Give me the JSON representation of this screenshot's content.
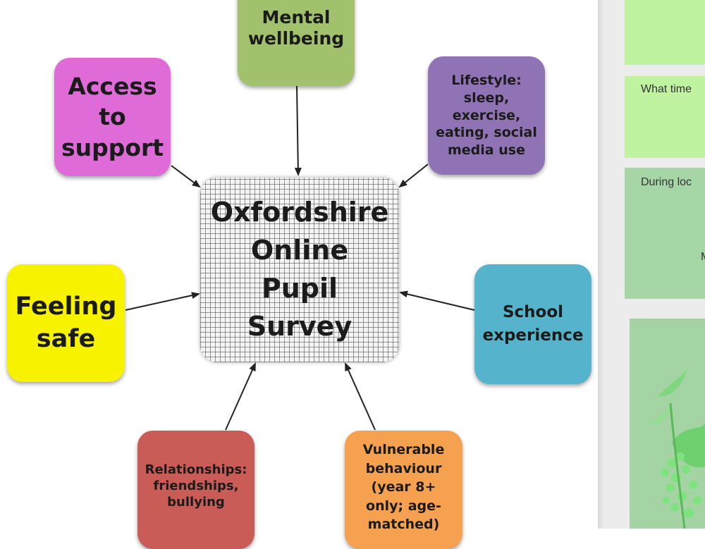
{
  "diagram": {
    "center": "Oxfordshire\nOnline\nPupil\nSurvey",
    "nodes": {
      "mental": "Mental\nwellbeing",
      "access": "Access\nto\nsupport",
      "lifestyle": "Lifestyle:\nsleep,\nexercise,\neating, social\nmedia use",
      "safe": "Feeling\nsafe",
      "school": "School\nexperience",
      "relationships": "Relationships:\nfriendships,\nbullying",
      "vulnerable": "Vulnerable\nbehaviour\n(year 8+\nonly; age-\nmatched)"
    },
    "colors": {
      "mental": "#a2c16c",
      "access": "#de6bd8",
      "lifestyle": "#8f73b5",
      "safe": "#f7f200",
      "school": "#55b4cc",
      "relationships": "#c95c57",
      "vulnerable": "#f5a14f"
    }
  },
  "side_panel": {
    "card2_text": "What time",
    "card3_text": "During loc",
    "card3_fragment": "M"
  }
}
